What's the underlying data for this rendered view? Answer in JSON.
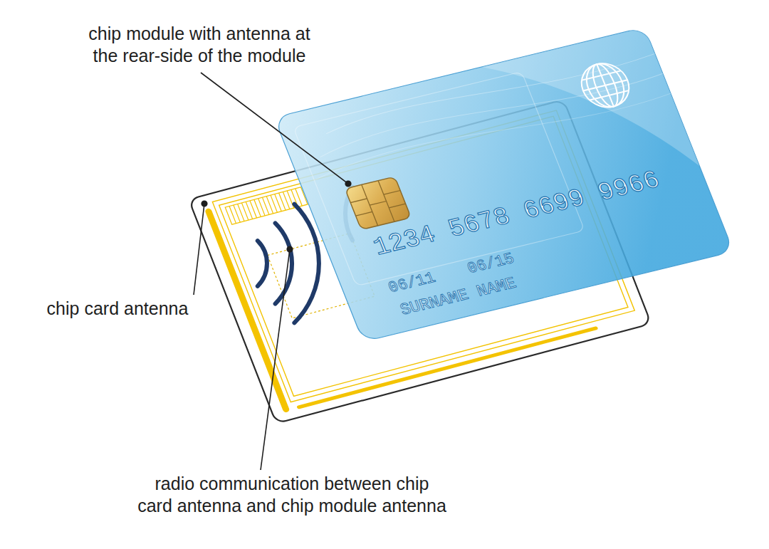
{
  "diagram": {
    "nodes": [
      {
        "text": [
          "1234 5678 6699 9966",
          "06/11",
          "06/15",
          "SURNAME NAME"
        ]
      }
    ],
    "labels": [
      "chip module with antenna at the rear-side of the module",
      "chip card antenna",
      "radio communication between chip card antenna and chip module antenna"
    ]
  }
}
